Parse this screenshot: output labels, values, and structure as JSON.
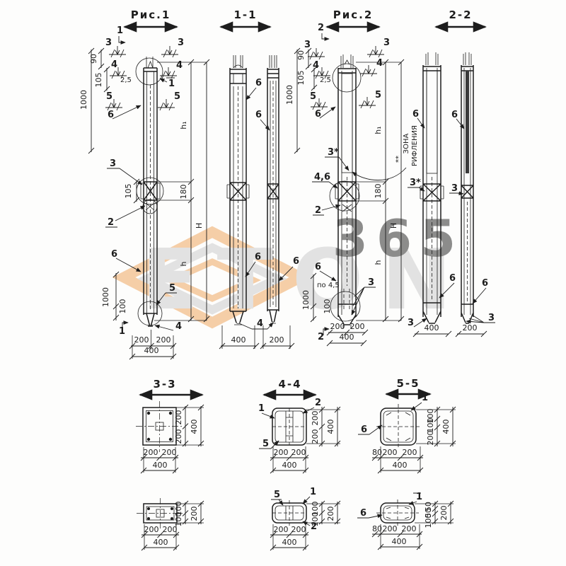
{
  "drawing": {
    "titles": {
      "fig1": "Рис.1",
      "s11": "1-1",
      "fig2": "Рис.2",
      "s22": "2-2",
      "s33": "3-3",
      "s44": "4-4",
      "s55": "5-5"
    },
    "parts": {
      "p1": "1",
      "p2": "2",
      "p3": "3",
      "p3s": "3*",
      "p4": "4",
      "p46": "4,6",
      "p5": "5",
      "p6": "6"
    },
    "dims": {
      "d25": "2,5",
      "d50": "50",
      "d80": "80",
      "d90": "90",
      "d100": "100",
      "d105": "105",
      "d180": "180",
      "d200": "200",
      "d400": "400",
      "d1000": "1000",
      "po45": "по 4,5",
      "H": "H",
      "h": "h",
      "h1": "h₁"
    },
    "zone": {
      "l1": "ЗОНА",
      "l2": "РИФЛЕНИЯ",
      "marks": "**"
    },
    "watermark": {
      "brand": "ETON",
      "number": "365",
      "orange": "#efa055",
      "gray": "#c9c9c9"
    }
  }
}
